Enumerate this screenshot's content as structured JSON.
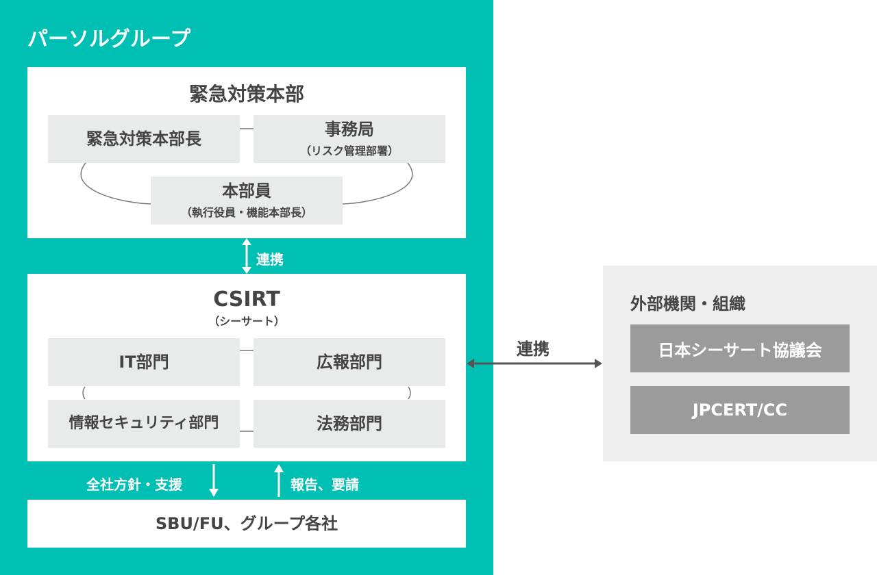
{
  "colors": {
    "teal": "#00bfb3",
    "box_gray": "#e9eaea",
    "ext_panel": "#efefef",
    "ext_box": "#9b9b9b",
    "text": "#444444"
  },
  "group": {
    "title": "パーソルグループ"
  },
  "emergency_hq": {
    "title": "緊急対策本部",
    "chief": {
      "label": "緊急対策本部長"
    },
    "secretariat": {
      "label": "事務局",
      "sub": "（リスク管理部署）"
    },
    "members": {
      "label": "本部員",
      "sub": "（執行役員・機能本部長）"
    }
  },
  "link_vertical": {
    "label": "連携"
  },
  "csirt": {
    "title": "CSIRT",
    "subtitle": "（シーサート）",
    "it_dept": "IT部門",
    "pr_dept": "広報部門",
    "infosec_dept": "情報セキュリティ部門",
    "legal_dept": "法務部門"
  },
  "down_arrow": {
    "label": "全社方針・支援"
  },
  "up_arrow": {
    "label": "報告、要請"
  },
  "sbu": {
    "label": "SBU/FU、グループ各社"
  },
  "link_horizontal": {
    "label": "連携"
  },
  "external": {
    "title": "外部機関・組織",
    "org1": "日本シーサート協議会",
    "org2": "JPCERT/CC"
  }
}
